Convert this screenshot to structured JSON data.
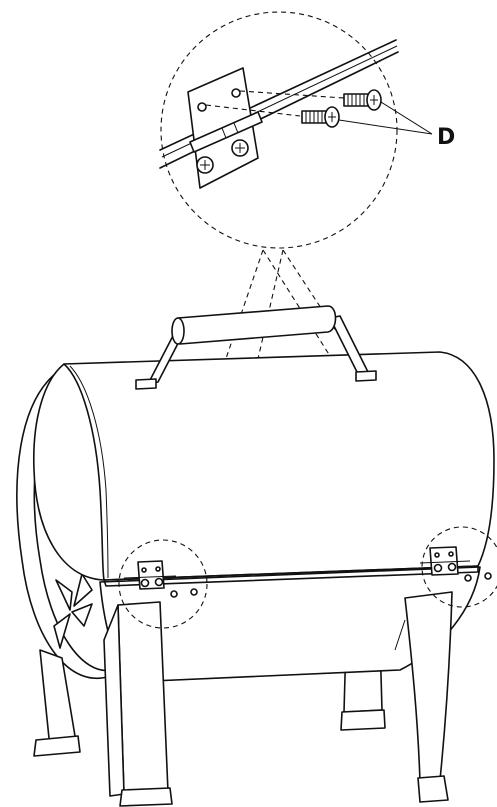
{
  "diagram": {
    "callout_label": "D",
    "parts": [
      "hinge",
      "screw",
      "grill-lid",
      "grill-body",
      "handle",
      "leg",
      "vent"
    ]
  }
}
